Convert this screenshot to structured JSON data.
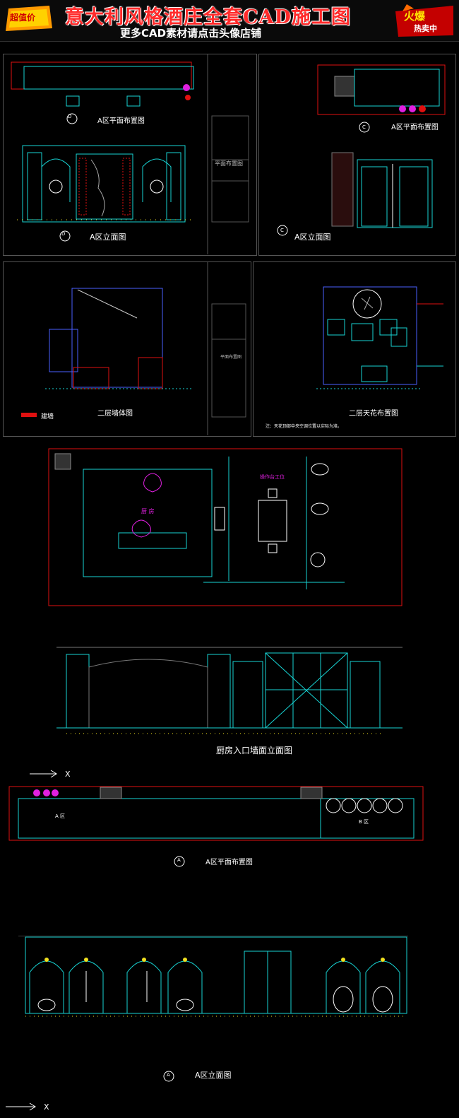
{
  "header": {
    "title": "意大利风格酒庄全套CAD施工图",
    "subtitle": "更多CAD素材请点击头像店铺",
    "badge_left": "超值价",
    "badge_right_top": "火爆",
    "badge_right_bottom": "热卖中"
  },
  "sheets": {
    "sheet1_plan_caption": "A区平面布置图",
    "sheet1_plan_marker": "D",
    "sheet1_elev_caption": "A区立面图",
    "sheet1_elev_marker": "D",
    "sheet1_titleblock": "平面布置图",
    "sheet2_plan_caption": "A区平面布置图",
    "sheet2_plan_marker": "C",
    "sheet2_elev_caption": "A区立面图",
    "sheet2_elev_marker": "C",
    "sheet3_caption": "二层墙体图",
    "sheet3_legend": "建墙",
    "sheet3_titleblock": "平面布置图",
    "sheet4_caption": "二层天花布置图",
    "sheet4_note": "注：天花顶部中央空调位置以实际为准。"
  },
  "kitchen": {
    "label_kitchen": "厨 房",
    "label_cooking": "操作台工位"
  },
  "kitchen_elevation": {
    "caption": "厨房入口墙面立面图"
  },
  "long_plan": {
    "arrow_label": "X",
    "zone_a": "A 区",
    "zone_b": "B 区",
    "marker": "A",
    "caption": "A区平面布置图"
  },
  "long_elevation": {
    "marker": "A",
    "caption": "A区立面图",
    "arrow_label": "X"
  },
  "colors": {
    "cad_line": "#17d4d4",
    "plan_border": "#e01010",
    "title": "#ff2a2a",
    "background": "#000000",
    "magenta": "#e020e0",
    "yellow": "#f0e020"
  }
}
